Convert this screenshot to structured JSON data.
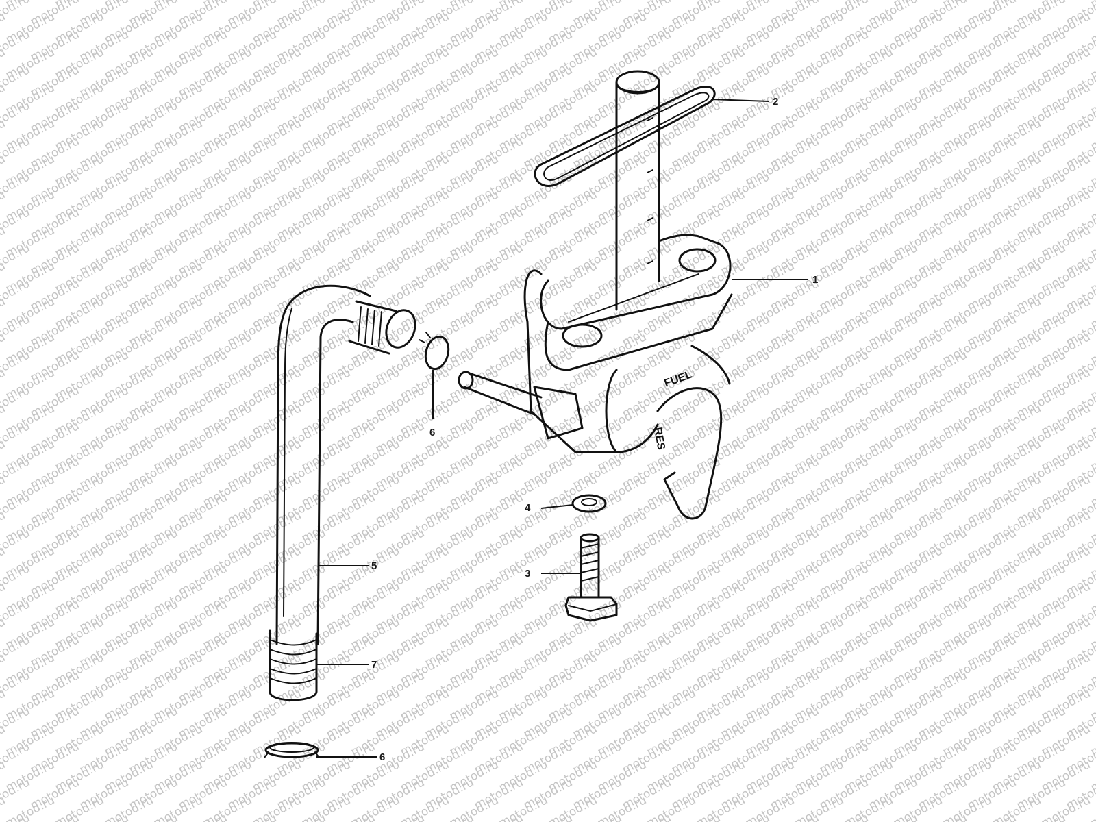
{
  "watermark": {
    "text": "motod.ru",
    "color": "#c4c4c4"
  },
  "diagram": {
    "line_color": "#111111",
    "background": "#ffffff",
    "valve_lever_text": "FUEL",
    "valve_side_text": "RES",
    "parts": [
      {
        "id": "fuel-cock",
        "number": "1"
      },
      {
        "id": "o-ring",
        "number": "2"
      },
      {
        "id": "bolt",
        "number": "3"
      },
      {
        "id": "washer",
        "number": "4"
      },
      {
        "id": "fuel-hose",
        "number": "5"
      },
      {
        "id": "hose-clip-upper",
        "number": "6"
      },
      {
        "id": "hose-protector",
        "number": "7"
      },
      {
        "id": "hose-clip-lower",
        "number": "6"
      }
    ]
  }
}
